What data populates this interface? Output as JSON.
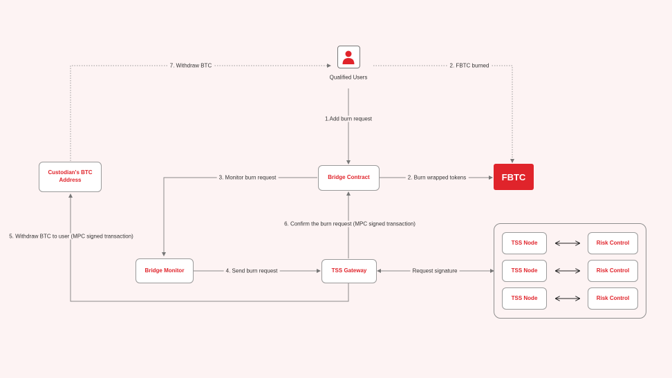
{
  "users": {
    "label": "Qualified Users"
  },
  "nodes": {
    "bridge_contract": "Bridge Contract",
    "custodian": "Custodian's BTC Address",
    "bridge_monitor": "Bridge Monitor",
    "tss_gateway": "TSS Gateway",
    "fbtc": "FBTC"
  },
  "cluster": {
    "rows": [
      {
        "left": "TSS Node",
        "right": "Risk Control"
      },
      {
        "left": "TSS Node",
        "right": "Risk Control"
      },
      {
        "left": "TSS Node",
        "right": "Risk Control"
      }
    ]
  },
  "edges": {
    "withdraw_btc": "7. Withdraw BTC",
    "fbtc_burned": "2. FBTC burned",
    "add_burn": "1.Add burn request",
    "monitor_burn": "3. Monitor burn request",
    "burn_wrapped": "2. Burn wrapped tokens",
    "confirm_burn": "6. Confirm the burn request (MPC signed transaction)",
    "withdraw_to_user": "5. Withdraw BTC to user (MPC signed transaction)",
    "send_burn": "4. Send burn request",
    "request_signature": "Request signature"
  },
  "colors": {
    "accent": "#e0242b",
    "background": "#fdf3f3",
    "line": "#8a8a8a"
  }
}
